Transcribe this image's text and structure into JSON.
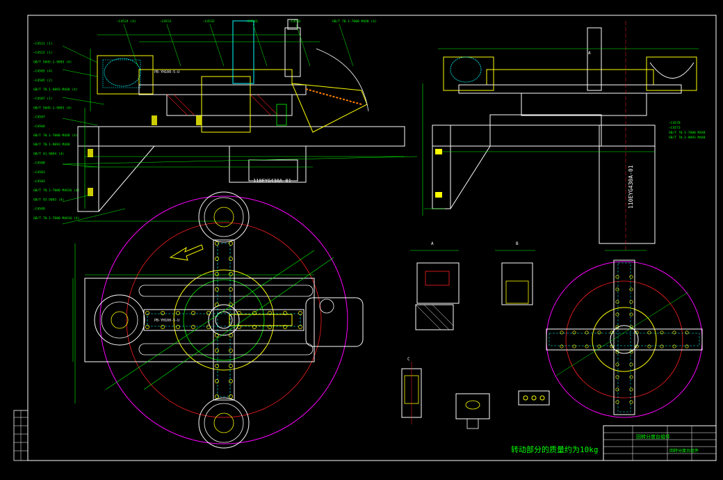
{
  "view_labels": {
    "front_part_no": "110EYG430A-01",
    "side_part_no": "110EYG430A-01",
    "section_a": "A",
    "section_b": "B",
    "section_c": "C"
  },
  "callouts_left": [
    "—C4521 (1)",
    "—C4522 (1)",
    "GB/T 5845.1-9093 (4)",
    "—C4505 (4)",
    "—C4505 (2)",
    "GB/T 70.1-9093 M4X8 (4)",
    "—C4507 (1)",
    "GB/T 5845.1-9093 (4)",
    "—C4507",
    "—C4504",
    "GB/T 70.1-7000 M4X8 (4)",
    "GB/T 70.1-9093 M4X8",
    "GB/T 41-9094 (4)",
    "—C4508",
    "—C4501",
    "—C4503",
    "GB/T 70.1-7000 M4X16 (4)",
    "GB/T 93-9093 (4)",
    "—C4509",
    "GB/T 70.1-7000 M4X16 (4)"
  ],
  "callouts_right": [
    "—C4578",
    "—C4573",
    "GB/T 70.1-7000 M4X8",
    "GB/T 70.1-9093 M4X8"
  ],
  "callouts_top": [
    "—C4524 (4)",
    "—C4531",
    "—C4532",
    "—C4543",
    "—C4542",
    "GB/T 70.1-7000 M4X8 (4)"
  ],
  "annotations": {
    "note_weight": "转动部分的质量约为10kg",
    "pn_label_left": "PB-YH100-5-U",
    "pn_label_center": "PB-YH100-5-U"
  },
  "title_block": {
    "drawing_name": "回转分度台组件",
    "drawing_code": "回转分度台组件"
  },
  "colors": {
    "background": "#000000",
    "green": "#00ff00",
    "yellow": "#ffff00",
    "white": "#ffffff",
    "red": "#ff2020",
    "magenta": "#ff00ff",
    "cyan": "#00ffff",
    "orange": "#ff8000"
  }
}
